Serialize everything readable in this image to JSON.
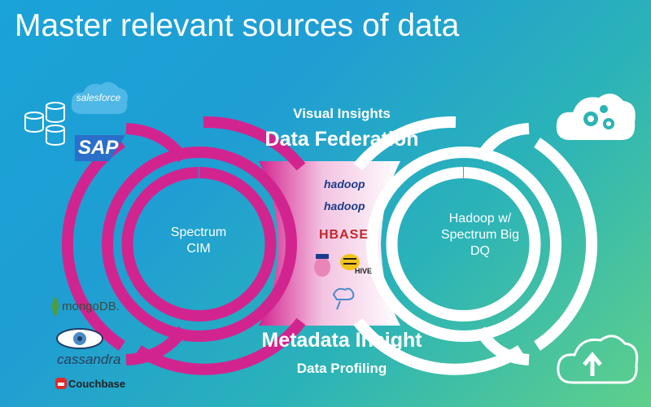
{
  "slide": {
    "title": "Master relevant sources of data"
  },
  "center": {
    "visual_insights": "Visual Insights",
    "data_federation": "Data Federation",
    "metadata_insight": "Metadata Insight",
    "data_profiling": "Data Profiling"
  },
  "left_hub": {
    "label": "Spectrum CIM",
    "color": "#d2248f"
  },
  "right_hub": {
    "label": "Hadoop w/ Spectrum Big DQ",
    "color": "#ffffff"
  },
  "logos": {
    "salesforce": "salesforce",
    "sap": "SAP",
    "mongodb": "mongoDB.",
    "cassandra": "cassandra",
    "couchbase": "Couchbase",
    "hadoop_hdfs": "hadoop",
    "hadoop_bigdata": "hadoop",
    "hbase": "HBASE",
    "hive": "HIVE"
  },
  "icons": [
    "database-icon",
    "cloud-gears-icon",
    "cloud-upload-icon",
    "pig-icon",
    "hive-bee-icon",
    "mongodb-leaf-icon",
    "cassandra-eye-icon",
    "couchbase-icon"
  ],
  "colors": {
    "magenta": "#d2248f",
    "bg_start": "#1aa3d6",
    "bg_end": "#5fd08a"
  }
}
